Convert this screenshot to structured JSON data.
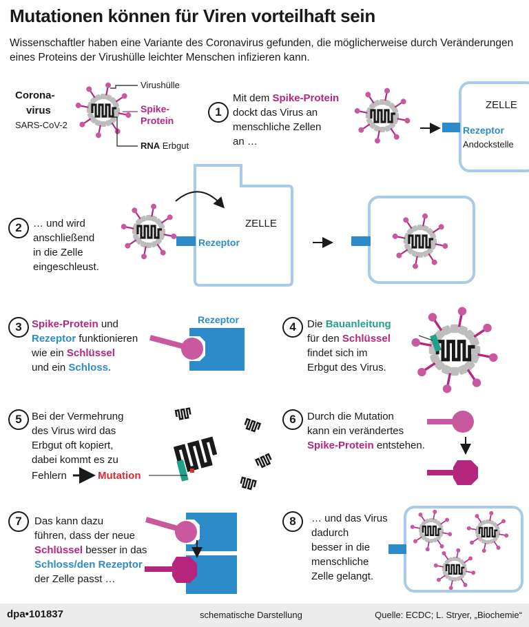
{
  "header": {
    "title": "Mutationen können für Viren vorteilhaft sein",
    "subtitle": "Wissenschaftler haben eine Variante des Coronavirus gefunden, die möglicherweise durch Veränderungen eines Proteins der Virushülle leichter Menschen infizieren kann."
  },
  "legend": {
    "name_line1": "Corona-",
    "name_line2": "virus",
    "strain": "SARS-CoV-2",
    "envelope_label": "Virushülle",
    "spike_label_1": "Spike-",
    "spike_label_2": "Protein",
    "rna_bold": "RNA",
    "rna_rest": "Erbgut"
  },
  "steps": {
    "s1": {
      "num": "1",
      "pre": "Mit dem ",
      "hl": "Spike-Protein",
      "l2": "dockt das Virus an",
      "l3": "menschliche Zellen",
      "l4": "an …",
      "cell": "ZELLE",
      "receptor": "Rezeptor",
      "dock": "Andockstelle"
    },
    "s2": {
      "num": "2",
      "l1": "… und wird",
      "l2": "anschließend",
      "l3": "in die Zelle",
      "l4": "eingeschleust.",
      "cell": "ZELLE",
      "receptor": "Rezeptor"
    },
    "s3": {
      "num": "3",
      "spike": "Spike-Protein",
      "and": " und",
      "receptor": "Rezeptor",
      "func": " funktionieren",
      "l3a": "wie ein ",
      "key": "Schlüssel",
      "l4a": "und ein ",
      "lock": "Schloss.",
      "receptor_label": "Rezeptor"
    },
    "s4": {
      "num": "4",
      "l1a": "Die ",
      "build": "Bauanleitung",
      "l2a": "für den ",
      "key": "Schlüssel",
      "l3": "findet sich im",
      "l4": "Erbgut des Virus."
    },
    "s5": {
      "num": "5",
      "l1": "Bei der Vermehrung",
      "l2": "des Virus wird das",
      "l3": "Erbgut oft kopiert,",
      "l4": "dabei kommt es zu",
      "l5": "Fehlern",
      "mutation": "Mutation"
    },
    "s6": {
      "num": "6",
      "l1": "Durch die Mutation",
      "l2": "kann ein verändertes",
      "spike": "Spike-Protein",
      "l3b": " entstehen."
    },
    "s7": {
      "num": "7",
      "l1": "Das kann dazu",
      "l2": "führen, dass der neue",
      "key": "Schlüssel",
      "l3b": " besser in das",
      "lock": "Schloss/den Rezeptor",
      "l5": "der Zelle passt …"
    },
    "s8": {
      "num": "8",
      "l1": "… und das Virus",
      "l2": "dadurch",
      "l3": "besser in die",
      "l4": "menschliche",
      "l5": "Zelle gelangt."
    }
  },
  "footer": {
    "agency": "dpa•101837",
    "note": "schematische Darstellung",
    "source": "Quelle: ECDC; L. Stryer, „Biochemie“"
  },
  "colors": {
    "magenta": "#b5267f",
    "pink": "#c9599f",
    "blue": "#2e8bc9",
    "cell_border": "#a9cbe8",
    "teal": "#23a08a",
    "red": "#e0282e",
    "grey": "#c4c4c4"
  }
}
